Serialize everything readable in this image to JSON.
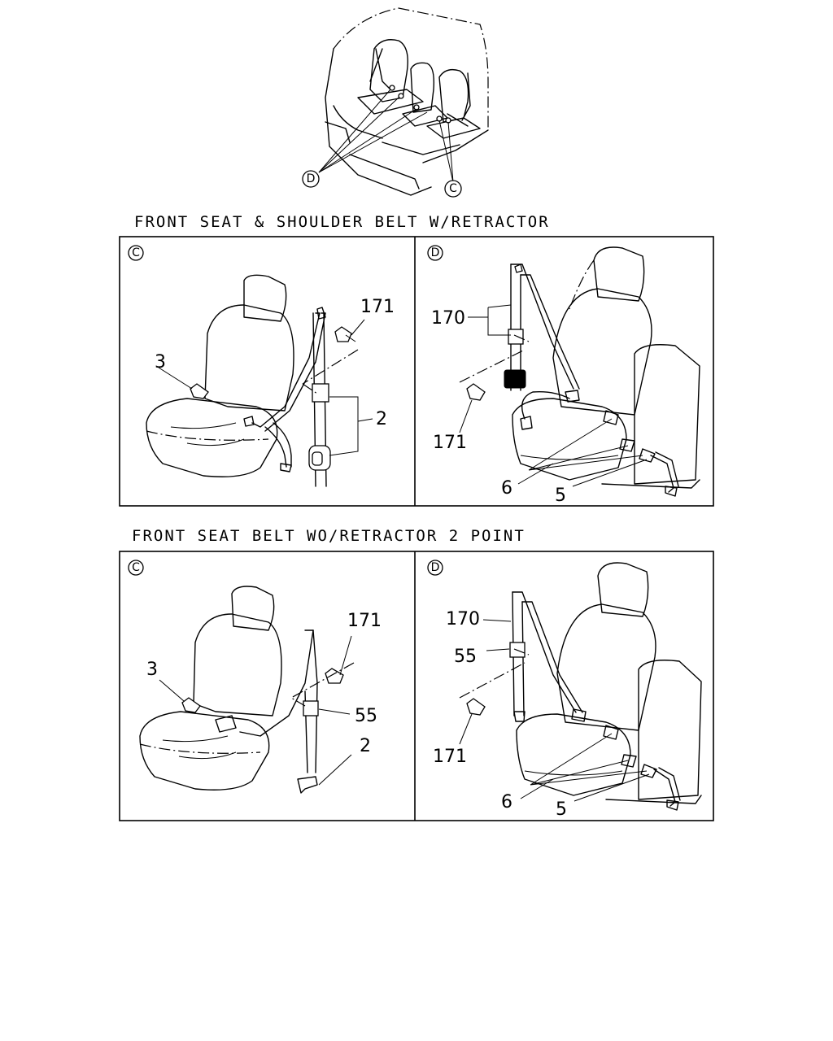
{
  "overview": {
    "callout_left": "D",
    "callout_right": "C"
  },
  "sections": [
    {
      "title": "FRONT SEAT & SHOULDER BELT W/RETRACTOR",
      "panels": [
        {
          "callout": "C",
          "labels": {
            "p171": "171",
            "p3": "3",
            "p2": "2"
          }
        },
        {
          "callout": "D",
          "labels": {
            "p170": "170",
            "p171": "171",
            "p6": "6",
            "p5": "5"
          }
        }
      ]
    },
    {
      "title": "FRONT SEAT BELT WO/RETRACTOR 2 POINT",
      "panels": [
        {
          "callout": "C",
          "labels": {
            "p171": "171",
            "p3": "3",
            "p55": "55",
            "p2": "2"
          }
        },
        {
          "callout": "D",
          "labels": {
            "p170": "170",
            "p55": "55",
            "p171": "171",
            "p6": "6",
            "p5": "5"
          }
        }
      ]
    }
  ]
}
